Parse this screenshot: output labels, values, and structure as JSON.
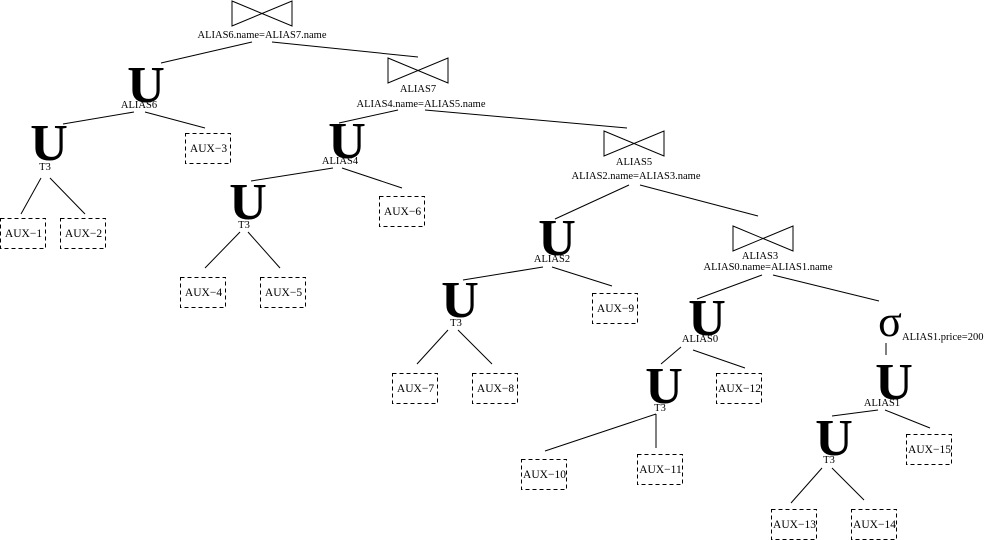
{
  "diagram": {
    "title": "Query plan tree",
    "nodes": [
      {
        "id": "join-top",
        "type": "join",
        "labels": [
          "ALIAS6.name=ALIAS7.name"
        ]
      },
      {
        "id": "union-alias6",
        "type": "union",
        "labels": [
          "ALIAS6"
        ]
      },
      {
        "id": "union-t3-a",
        "type": "union",
        "labels": [
          "T3"
        ]
      },
      {
        "id": "aux-1",
        "type": "aux",
        "labels": [
          "AUX−1"
        ]
      },
      {
        "id": "aux-2",
        "type": "aux",
        "labels": [
          "AUX−2"
        ]
      },
      {
        "id": "aux-3",
        "type": "aux",
        "labels": [
          "AUX−3"
        ]
      },
      {
        "id": "join-alias7",
        "type": "join",
        "labels": [
          "ALIAS7",
          "ALIAS4.name=ALIAS5.name"
        ]
      },
      {
        "id": "union-alias4",
        "type": "union",
        "labels": [
          "ALIAS4"
        ]
      },
      {
        "id": "union-t3-b",
        "type": "union",
        "labels": [
          "T3"
        ]
      },
      {
        "id": "aux-4",
        "type": "aux",
        "labels": [
          "AUX−4"
        ]
      },
      {
        "id": "aux-5",
        "type": "aux",
        "labels": [
          "AUX−5"
        ]
      },
      {
        "id": "aux-6",
        "type": "aux",
        "labels": [
          "AUX−6"
        ]
      },
      {
        "id": "join-alias5",
        "type": "join",
        "labels": [
          "ALIAS5",
          "ALIAS2.name=ALIAS3.name"
        ]
      },
      {
        "id": "union-alias2",
        "type": "union",
        "labels": [
          "ALIAS2"
        ]
      },
      {
        "id": "union-t3-c",
        "type": "union",
        "labels": [
          "T3"
        ]
      },
      {
        "id": "aux-7",
        "type": "aux",
        "labels": [
          "AUX−7"
        ]
      },
      {
        "id": "aux-8",
        "type": "aux",
        "labels": [
          "AUX−8"
        ]
      },
      {
        "id": "aux-9",
        "type": "aux",
        "labels": [
          "AUX−9"
        ]
      },
      {
        "id": "join-alias3",
        "type": "join",
        "labels": [
          "ALIAS3",
          "ALIAS0.name=ALIAS1.name"
        ]
      },
      {
        "id": "union-alias0",
        "type": "union",
        "labels": [
          "ALIAS0"
        ]
      },
      {
        "id": "union-t3-d",
        "type": "union",
        "labels": [
          "T3"
        ]
      },
      {
        "id": "aux-10",
        "type": "aux",
        "labels": [
          "AUX−10"
        ]
      },
      {
        "id": "aux-11",
        "type": "aux",
        "labels": [
          "AUX−11"
        ]
      },
      {
        "id": "aux-12",
        "type": "aux",
        "labels": [
          "AUX−12"
        ]
      },
      {
        "id": "select-price",
        "type": "select",
        "labels": [
          "ALIAS1.price=200"
        ]
      },
      {
        "id": "union-alias1",
        "type": "union",
        "labels": [
          "ALIAS1"
        ]
      },
      {
        "id": "union-t3-e",
        "type": "union",
        "labels": [
          "T3"
        ]
      },
      {
        "id": "aux-13",
        "type": "aux",
        "labels": [
          "AUX−13"
        ]
      },
      {
        "id": "aux-14",
        "type": "aux",
        "labels": [
          "AUX−14"
        ]
      },
      {
        "id": "aux-15",
        "type": "aux",
        "labels": [
          "AUX−15"
        ]
      }
    ],
    "edges": [
      [
        "join-top",
        "union-alias6"
      ],
      [
        "join-top",
        "join-alias7"
      ],
      [
        "union-alias6",
        "union-t3-a"
      ],
      [
        "union-alias6",
        "aux-3"
      ],
      [
        "union-t3-a",
        "aux-1"
      ],
      [
        "union-t3-a",
        "aux-2"
      ],
      [
        "join-alias7",
        "union-alias4"
      ],
      [
        "join-alias7",
        "join-alias5"
      ],
      [
        "union-alias4",
        "union-t3-b"
      ],
      [
        "union-alias4",
        "aux-6"
      ],
      [
        "union-t3-b",
        "aux-4"
      ],
      [
        "union-t3-b",
        "aux-5"
      ],
      [
        "join-alias5",
        "union-alias2"
      ],
      [
        "join-alias5",
        "join-alias3"
      ],
      [
        "union-alias2",
        "union-t3-c"
      ],
      [
        "union-alias2",
        "aux-9"
      ],
      [
        "union-t3-c",
        "aux-7"
      ],
      [
        "union-t3-c",
        "aux-8"
      ],
      [
        "join-alias3",
        "union-alias0"
      ],
      [
        "join-alias3",
        "select-price"
      ],
      [
        "union-alias0",
        "union-t3-d"
      ],
      [
        "union-alias0",
        "aux-12"
      ],
      [
        "union-t3-d",
        "aux-10"
      ],
      [
        "union-t3-d",
        "aux-11"
      ],
      [
        "select-price",
        "union-alias1"
      ],
      [
        "union-alias1",
        "union-t3-e"
      ],
      [
        "union-alias1",
        "aux-15"
      ],
      [
        "union-t3-e",
        "aux-13"
      ],
      [
        "union-t3-e",
        "aux-14"
      ]
    ],
    "symbols": {
      "union": "U",
      "select": "σ"
    }
  }
}
